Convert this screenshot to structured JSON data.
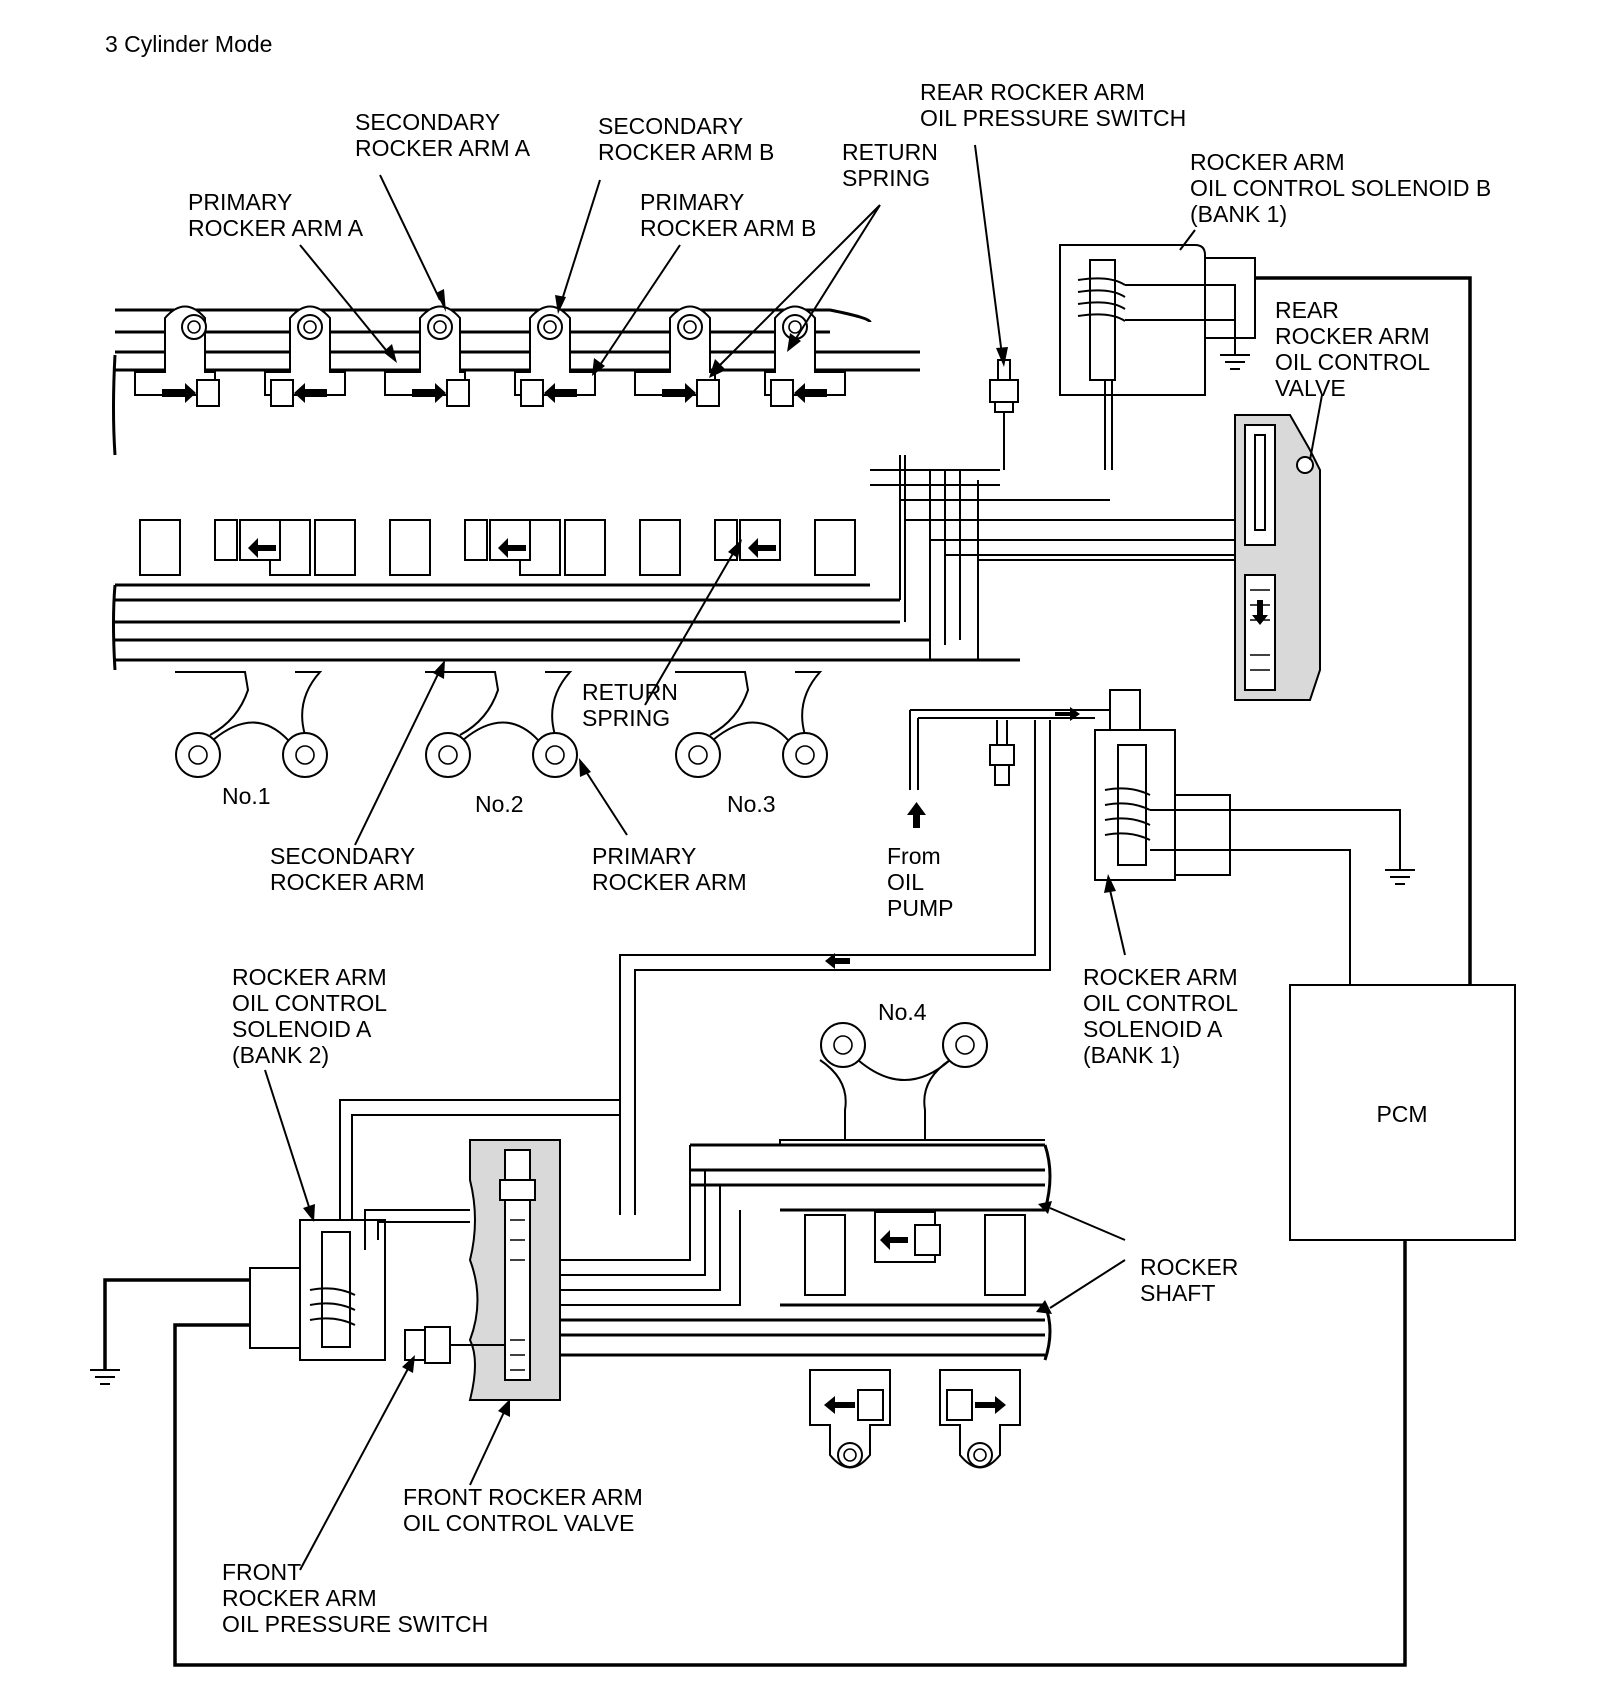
{
  "title": "3 Cylinder Mode",
  "labels": {
    "rear_switch": [
      "REAR ROCKER ARM",
      "OIL PRESSURE SWITCH"
    ],
    "secondary_a": [
      "SECONDARY",
      "ROCKER ARM A"
    ],
    "secondary_b": [
      "SECONDARY",
      "ROCKER ARM B"
    ],
    "return_spring_top": [
      "RETURN",
      "SPRING"
    ],
    "primary_a": [
      "PRIMARY",
      "ROCKER ARM A"
    ],
    "primary_b": [
      "PRIMARY",
      "ROCKER ARM B"
    ],
    "solenoid_b_bank1": [
      "ROCKER ARM",
      "OIL CONTROL SOLENOID B",
      "(BANK 1)"
    ],
    "rear_valve": [
      "REAR",
      "ROCKER ARM",
      "OIL CONTROL",
      "VALVE"
    ],
    "return_spring_mid": [
      "RETURN",
      "SPRING"
    ],
    "cyl_no1": "No.1",
    "cyl_no2": "No.2",
    "cyl_no3": "No.3",
    "cyl_no4": "No.4",
    "secondary_arm": [
      "SECONDARY",
      "ROCKER ARM"
    ],
    "primary_arm": [
      "PRIMARY",
      "ROCKER ARM"
    ],
    "from_oil_pump": [
      "From",
      "OIL",
      "PUMP"
    ],
    "solenoid_a_bank1": [
      "ROCKER ARM",
      "OIL CONTROL",
      "SOLENOID A",
      "(BANK 1)"
    ],
    "solenoid_a_bank2": [
      "ROCKER ARM",
      "OIL CONTROL",
      "SOLENOID A",
      "(BANK 2)"
    ],
    "pcm": "PCM",
    "rocker_shaft": [
      "ROCKER",
      "SHAFT"
    ],
    "front_valve": [
      "FRONT ROCKER ARM",
      "OIL CONTROL VALVE"
    ],
    "front_switch": [
      "FRONT",
      "ROCKER ARM",
      "OIL PRESSURE SWITCH"
    ]
  },
  "colors": {
    "ink": "#000000",
    "paper": "#ffffff",
    "fill": "#d9d9d9"
  }
}
